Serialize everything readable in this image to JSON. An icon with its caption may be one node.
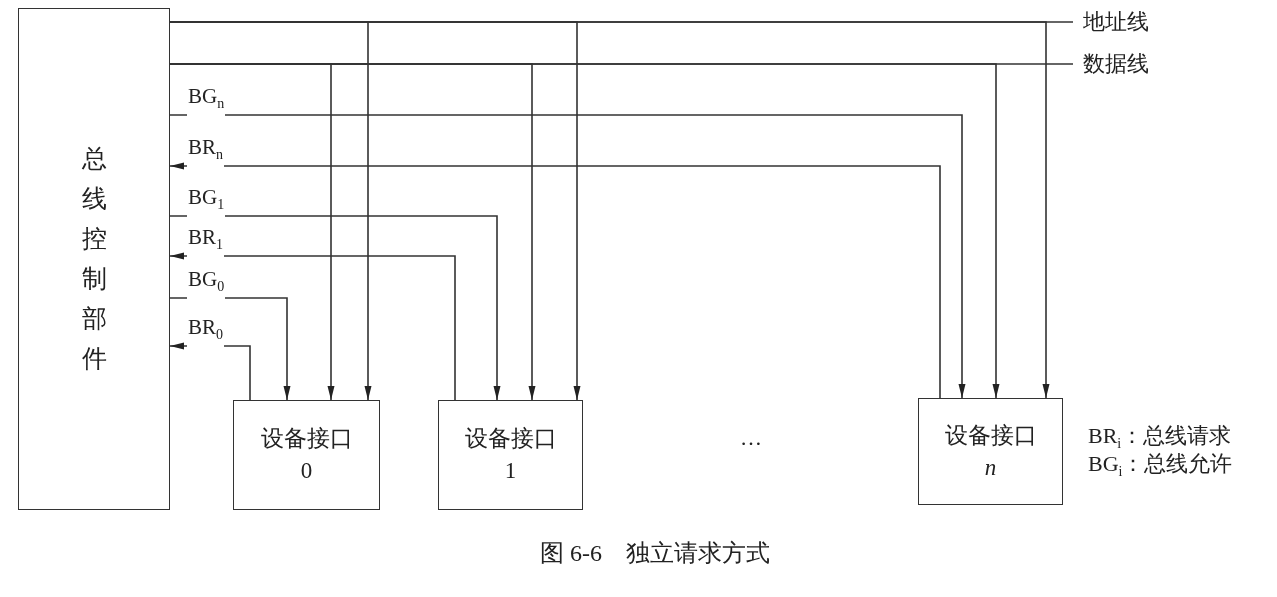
{
  "diagram": {
    "caption": "图 6-6　独立请求方式",
    "nodes": [
      {
        "text": [
          "总线控制部件"
        ]
      },
      {
        "text": [
          "设备接口",
          "0"
        ]
      },
      {
        "text": [
          "设备接口",
          "1"
        ]
      },
      {
        "text": [
          "设备接口",
          "*n*"
        ]
      }
    ],
    "edges": [
      {
        "from": 0,
        "to": 1,
        "arrow": "to"
      },
      {
        "from": 0,
        "to": 2,
        "arrow": "to"
      },
      {
        "from": 0,
        "to": 3,
        "arrow": "to"
      },
      {
        "from": 0,
        "to": 1,
        "arrow": "to"
      },
      {
        "from": 0,
        "to": 2,
        "arrow": "to"
      },
      {
        "from": 0,
        "to": 3,
        "arrow": "to"
      },
      {
        "from": 0,
        "to": 3,
        "arrow": "to",
        "label": "BG$_{n}$"
      },
      {
        "from": 3,
        "to": 0,
        "arrow": "to",
        "label": "BR$_{n}$"
      },
      {
        "from": 0,
        "to": 2,
        "arrow": "to",
        "label": "BG$_{1}$"
      },
      {
        "from": 2,
        "to": 0,
        "arrow": "to",
        "label": "BR$_{1}$"
      },
      {
        "from": 0,
        "to": 1,
        "arrow": "to",
        "label": "BG$_{0}$"
      },
      {
        "from": 1,
        "to": 0,
        "arrow": "to",
        "label": "BR$_{0}$"
      }
    ],
    "labels": [
      "地址线",
      "数据线",
      "…",
      "BR$_{i}$：总线请求",
      "BG$_{i}$：总线允许"
    ]
  }
}
